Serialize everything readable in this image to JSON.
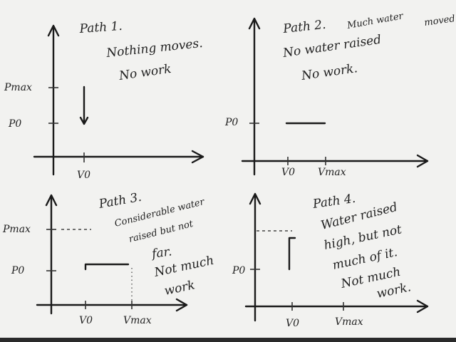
{
  "panels": {
    "p1": {
      "notes": [
        "Path 1.",
        "Nothing moves.",
        "No work"
      ],
      "ticks_y": [
        "Pmax",
        "P0"
      ],
      "ticks_x": [
        "V0"
      ]
    },
    "p2": {
      "notes": [
        "Path 2.",
        "Much water",
        "moved",
        "No water raised",
        "No work."
      ],
      "ticks_y": [
        "P0"
      ],
      "ticks_x": [
        "V0",
        "Vmax"
      ]
    },
    "p3": {
      "notes": [
        "Path 3.",
        "Considerable water",
        "raised but not",
        "far.",
        "Not much",
        "work"
      ],
      "ticks_y": [
        "Pmax",
        "P0"
      ],
      "ticks_x": [
        "V0",
        "Vmax"
      ]
    },
    "p4": {
      "notes": [
        "Path 4.",
        "Water raised",
        "high, but not",
        "much of it.",
        "Not much",
        "work."
      ],
      "ticks_y": [
        "P0"
      ],
      "ticks_x": [
        "V0",
        "Vmax"
      ]
    }
  }
}
